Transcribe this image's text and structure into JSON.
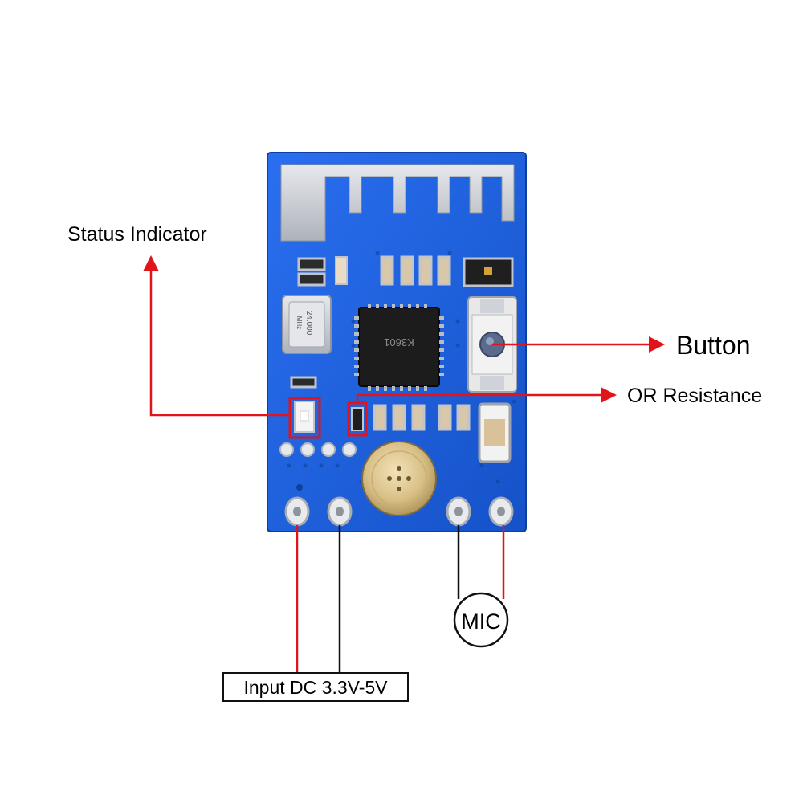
{
  "labels": {
    "status_indicator": "Status Indicator",
    "button": "Button",
    "or_resistance": "OR Resistance",
    "mic": "MIC",
    "input_dc": "Input DC 3.3V-5V"
  },
  "components": {
    "crystal_line1": "24.000",
    "crystal_line2": "MHz",
    "ic_marking": "K3601"
  },
  "colors": {
    "pcb_blue": "#1a5fd8",
    "callout_red": "#e0141a",
    "callout_black": "#111111",
    "antenna_silver": "#c9ccd2"
  }
}
